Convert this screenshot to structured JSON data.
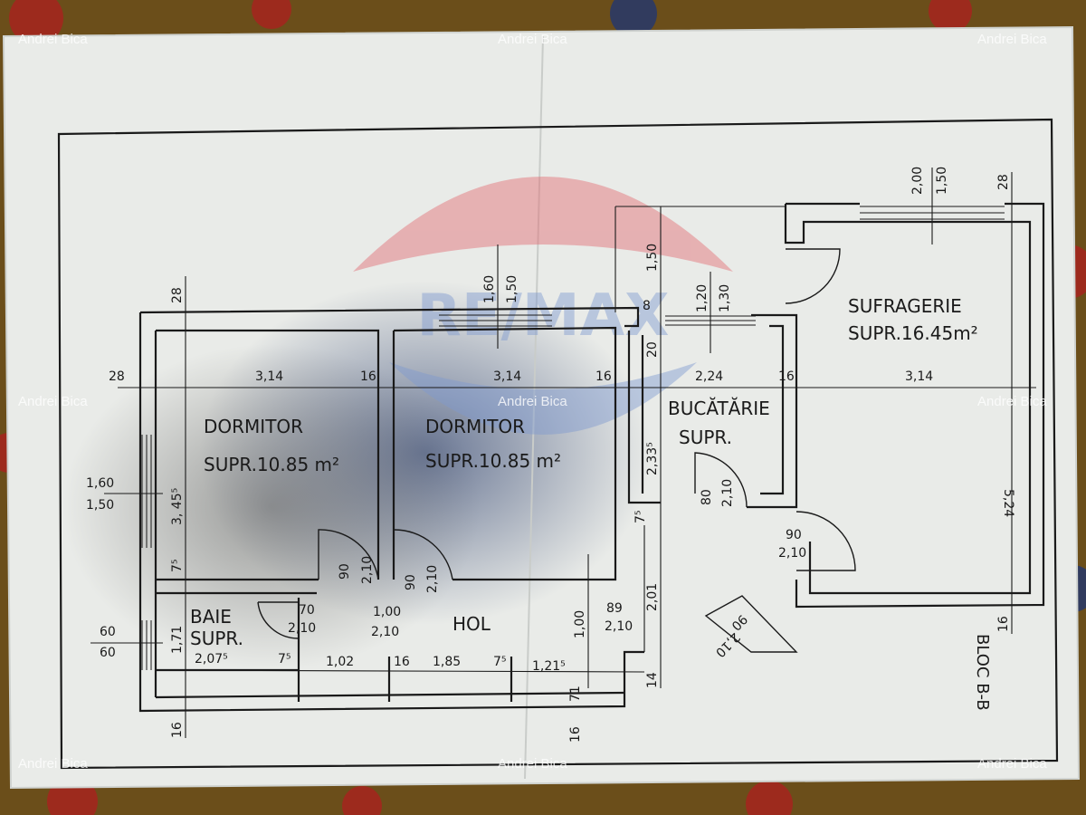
{
  "watermark": "Andrei Bica",
  "logo_text": "RE/MAX",
  "rooms": {
    "dormitor_left": {
      "name": "DORMITOR",
      "area": "SUPR.10.85 m²"
    },
    "dormitor_right": {
      "name": "DORMITOR",
      "area": "SUPR.10.85 m²"
    },
    "sufragerie": {
      "name": "SUFRAGERIE",
      "area": "SUPR.16.45m²"
    },
    "bucatarie": {
      "name": "BUCĂTĂRIE",
      "area": "SUPR."
    },
    "baie": {
      "name": "BAIE",
      "area": "SUPR."
    },
    "hol": {
      "name": "HOL"
    }
  },
  "section_label": "BLOC B-B",
  "dims": {
    "d28_left": "28",
    "d314_a": "3,14",
    "d16_a": "16",
    "d314_b": "3,14",
    "d16_b": "16",
    "d224": "2,24",
    "d16_c": "16",
    "d314_c": "3,14",
    "d28_top": "28",
    "d28_right": "28",
    "win_top_left_160": "1,60",
    "win_top_left_150": "1,50",
    "win_kitchen_120": "1,20",
    "win_kitchen_130": "1,30",
    "d150_vert": "1,50",
    "d8": "8",
    "d20": "20",
    "win_living_200": "2,00",
    "win_living_150": "1,50",
    "d524": "5,24",
    "d345": "3, 45⁵",
    "win_left_160": "1,60",
    "win_left_150": "1,50",
    "d233": "2,33⁵",
    "d201": "2,01",
    "d100": "1,00",
    "d7_bed": "7⁵",
    "d7_hall": "7⁵",
    "d171": "1,71",
    "win_bath_60a": "60",
    "win_bath_60b": "60",
    "d207": "2,07⁵",
    "d7_bath": "7⁵",
    "d102": "1,02",
    "d16_hall": "16",
    "d185": "1,85",
    "d7_hall2": "7⁵",
    "d121": "1,21⁵",
    "d14": "14",
    "d71": "71",
    "d16_bottom_left": "16",
    "d16_bottom_mid": "16",
    "d16_right_bottom": "16",
    "door_bed1_w": "90",
    "door_bed1_h": "2,10",
    "door_bed2_w": "90",
    "door_bed2_h": "2,10",
    "door_kitchen_w": "80",
    "door_kitchen_h": "2,10",
    "door_living_w": "90",
    "door_living_h": "2,10",
    "door_bath_w": "70",
    "door_bath_h": "2,10",
    "door_hall_w": "1,00",
    "door_hall_h": "2,10",
    "door_entry_w": "89",
    "door_entry_h": "2,10",
    "door_outer_w": "90",
    "door_outer_h": "2,10"
  },
  "colors": {
    "paper": "#e9ebe8",
    "ink": "#1a1a1a",
    "logo_red": "#e26a72",
    "logo_blue": "#7f9ad0",
    "stain": "#4d5f86",
    "cloth": "#6b4e1a"
  }
}
